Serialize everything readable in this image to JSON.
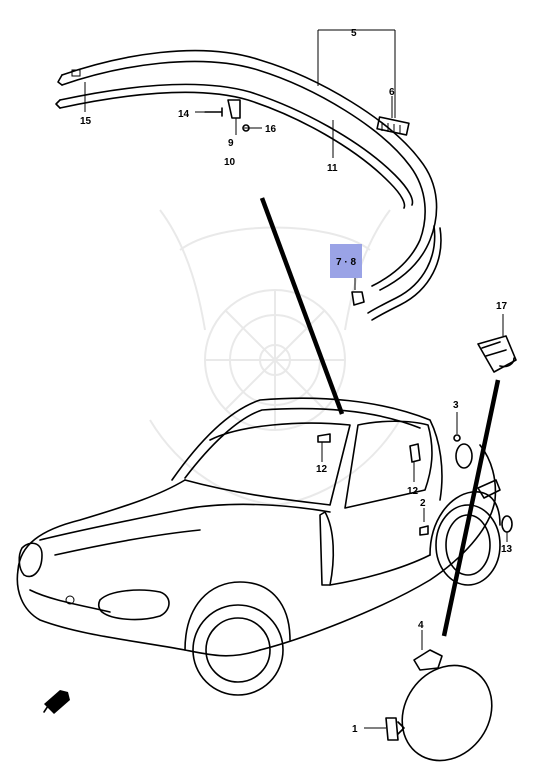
{
  "callouts": {
    "c1": "1",
    "c2": "2",
    "c3": "3",
    "c4": "4",
    "c5": "5",
    "c6": "6",
    "c7_8": "7 · 8",
    "c9": "9",
    "c10": "10",
    "c11": "11",
    "c12a": "12",
    "c12b": "12",
    "c13": "13",
    "c14": "14",
    "c15": "15",
    "c16": "16",
    "c17": "17"
  },
  "colors": {
    "highlight": "#9aa3e6",
    "ink": "#000000",
    "watermark": "#e9e9e9"
  },
  "icons": {
    "direction": "front-arrow-icon"
  }
}
